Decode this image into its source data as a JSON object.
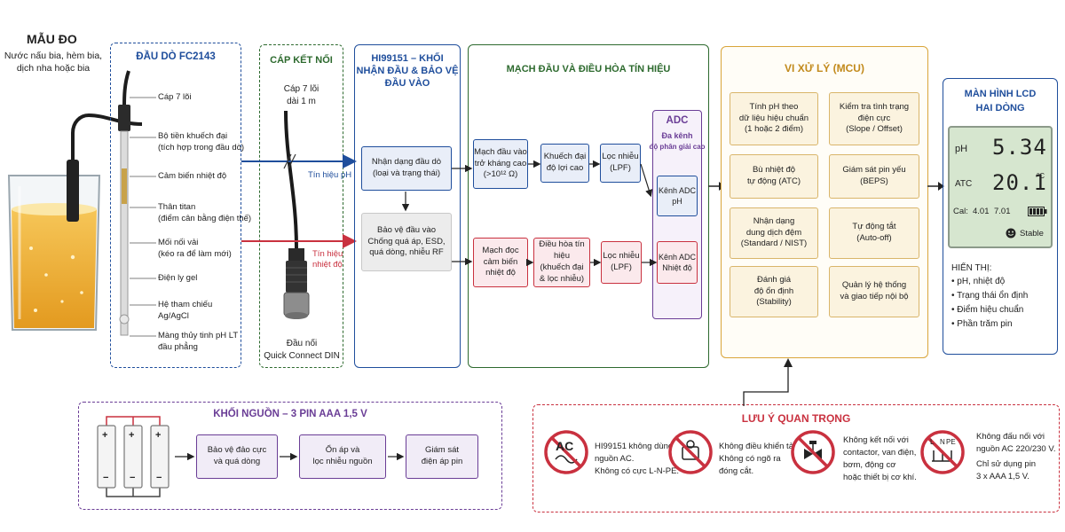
{
  "sample": {
    "title": "MẪU ĐO",
    "desc_1": "Nước nấu bia, hèm bia,",
    "desc_2": "dịch nha hoặc bia"
  },
  "probe": {
    "title": "ĐẦU DÒ FC2143",
    "labels": [
      {
        "l1": "Cáp 7 lõi",
        "l2": ""
      },
      {
        "l1": "Bộ tiền khuếch đại",
        "l2": "(tích hợp trong đầu dò)"
      },
      {
        "l1": "Cảm biến nhiệt độ",
        "l2": ""
      },
      {
        "l1": "Thân titan",
        "l2": "(điểm cân bằng điện thế)"
      },
      {
        "l1": "Mối nối vải",
        "l2": "(kéo ra để làm mới)"
      },
      {
        "l1": "Điện ly gel",
        "l2": ""
      },
      {
        "l1": "Hệ tham chiếu",
        "l2": "Ag/AgCl"
      },
      {
        "l1": "Màng thủy tinh pH LT",
        "l2": "đầu phẳng"
      }
    ]
  },
  "cable": {
    "title": "CÁP KẾT NỐI",
    "desc_1": "Cáp 7 lõi",
    "desc_2": "dài 1 m",
    "connector_1": "Đầu nối",
    "connector_2": "Quick Connect DIN",
    "signal_ph": "Tín hiệu pH",
    "signal_temp_1": "Tín hiệu",
    "signal_temp_2": "nhiệt độ"
  },
  "input_block": {
    "title_1": "HI99151 – KHỐI",
    "title_2": "NHẬN ĐẦU & BẢO VỆ",
    "title_3": "ĐẦU VÀO",
    "detect_1": "Nhận dạng đầu dò",
    "detect_2": "(loại và trạng thái)",
    "protect_1": "Bảo vệ đầu vào",
    "protect_2": "Chống quá áp, ESD,",
    "protect_3": "quá dòng, nhiễu RF"
  },
  "conditioning": {
    "title": "MẠCH ĐẦU VÀ ĐIỀU HÒA TÍN HIỆU",
    "ph_in_1": "Mạch đầu vào",
    "ph_in_2": "trở kháng cao",
    "ph_in_3": "(>10¹² Ω)",
    "amp_1": "Khuếch đại",
    "amp_2": "độ lợi cao",
    "lpf1_1": "Lọc nhiễu",
    "lpf1_2": "(LPF)",
    "temp_in_1": "Mạch đọc",
    "temp_in_2": "cảm biến",
    "temp_in_3": "nhiệt độ",
    "cond_1": "Điều hòa tín hiệu",
    "cond_2": "(khuếch đại",
    "cond_3": "& lọc nhiễu)",
    "lpf2_1": "Lọc nhiễu",
    "lpf2_2": "(LPF)",
    "adc_title": "ADC",
    "adc_sub_1": "Đa kênh",
    "adc_sub_2": "độ phân giải cao",
    "adc_ph_1": "Kênh ADC",
    "adc_ph_2": "pH",
    "adc_temp_1": "Kênh ADC",
    "adc_temp_2": "Nhiệt độ"
  },
  "mcu": {
    "title": "VI XỬ LÝ (MCU)",
    "items": [
      {
        "l1": "Tính pH theo",
        "l2": "dữ liệu hiệu chuẩn",
        "l3": "(1 hoặc 2 điểm)"
      },
      {
        "l1": "Kiểm tra tình trạng",
        "l2": "điện cực",
        "l3": "(Slope / Offset)"
      },
      {
        "l1": "Bù nhiệt độ",
        "l2": "tự động (ATC)",
        "l3": ""
      },
      {
        "l1": "Giám sát pin yếu",
        "l2": "(BEPS)",
        "l3": ""
      },
      {
        "l1": "Nhận dạng",
        "l2": "dung dịch đệm",
        "l3": "(Standard / NIST)"
      },
      {
        "l1": "Tự động tắt",
        "l2": "(Auto-off)",
        "l3": ""
      },
      {
        "l1": "Đánh giá",
        "l2": "độ ổn định",
        "l3": "(Stability)"
      },
      {
        "l1": "Quản lý hệ thống",
        "l2": "và giao tiếp nội bộ",
        "l3": ""
      }
    ]
  },
  "lcd": {
    "title_1": "MÀN HÌNH LCD",
    "title_2": "HAI DÒNG",
    "ph_label": "pH",
    "ph_value": "5.34",
    "atc_label": "ATC",
    "temp_value": "20.1",
    "temp_unit": "°C",
    "cal_label": "Cal:",
    "cal_1": "4.01",
    "cal_2": "7.01",
    "stable": "Stable",
    "show_title": "HIỂN THỊ:",
    "show_items": [
      "pH, nhiệt độ",
      "Trạng thái ổn định",
      "Điểm hiệu chuẩn",
      "Phần trăm pin"
    ]
  },
  "power": {
    "title": "KHỐI NGUỒN – 3 PIN AAA 1,5 V",
    "b1_1": "Bảo vệ đảo cực",
    "b1_2": "và quá dòng",
    "b2_1": "Ổn áp và",
    "b2_2": "lọc nhiễu nguồn",
    "b3_1": "Giám sát",
    "b3_2": "điện áp pin",
    "plus": "+",
    "minus": "−"
  },
  "notes": {
    "title": "LƯU Ý QUAN TRỌNG",
    "n1_1": "HI99151 không dùng",
    "n1_2": "nguồn AC.",
    "n1_3": "Không có cực L-N-PE.",
    "n2_1": "Không điều khiển tải.",
    "n2_2": "Không có ngõ ra",
    "n2_3": "đóng cắt.",
    "n3_1": "Không kết nối với",
    "n3_2": "contactor, van điện,",
    "n3_3": "bơm, động cơ",
    "n3_4": "hoặc thiết bị cơ khí.",
    "n4_1": "Không đấu nối với",
    "n4_2": "nguồn AC 220/230 V.",
    "n4_3": "Chỉ sử dụng pin",
    "n4_4": "3 x AAA 1,5 V.",
    "ac_text": "AC",
    "lnpe": [
      "L",
      "N",
      "PE"
    ]
  },
  "colors": {
    "blue": "#1f4e9c",
    "red": "#c9313f",
    "green": "#2d6a2e",
    "purple": "#6a3d96",
    "gold": "#d9a53a",
    "dark_green": "#3b6b3b",
    "lcd_bg": "#d6e6cf"
  }
}
